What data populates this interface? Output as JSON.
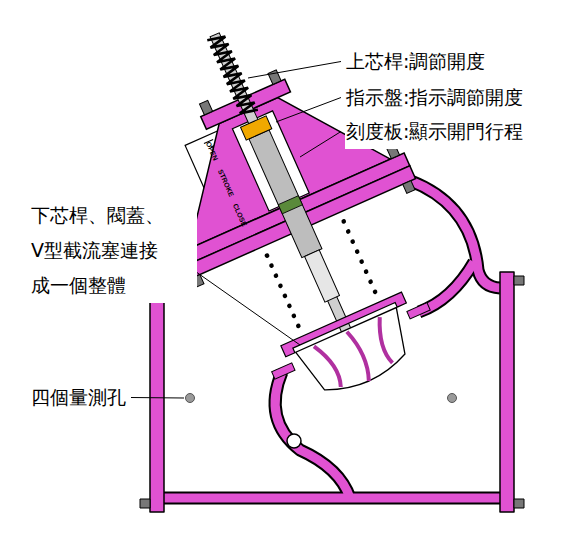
{
  "diagram": {
    "labels": [
      "上芯桿:調節開度",
      "指示盤:指示調節開度",
      "刻度板:顯示開門行程",
      "下芯桿、閥蓋、 V型截流塞連接 成一個整體",
      "四個量測孔",
      "OPEN",
      "STROKE",
      "CLOSE"
    ]
  }
}
